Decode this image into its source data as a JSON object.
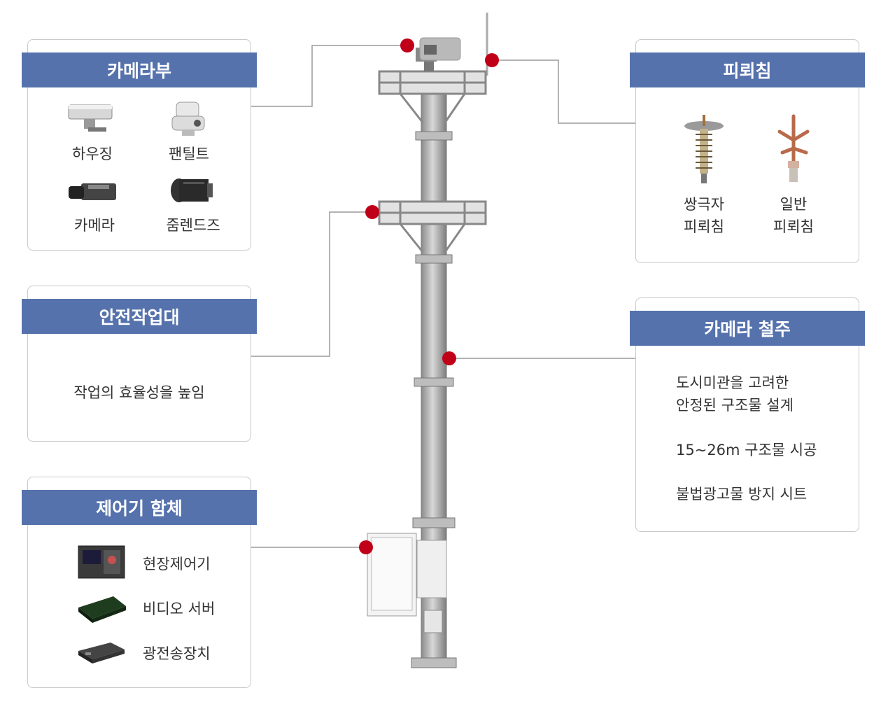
{
  "camera_section": {
    "title": "카메라부",
    "items": [
      "하우징",
      "팬틸트",
      "카메라",
      "줌렌드즈"
    ]
  },
  "safety_section": {
    "title": "안전작업대",
    "description": "작업의 효율성을 높임"
  },
  "controller_section": {
    "title": "제어기 함체",
    "items": [
      "현장제어기",
      "비디오 서버",
      "광전송장치"
    ]
  },
  "lightning_section": {
    "title": "피뢰침",
    "items": [
      {
        "line1": "쌍극자",
        "line2": "피뢰침"
      },
      {
        "line1": "일반",
        "line2": "피뢰침"
      }
    ]
  },
  "pole_section": {
    "title": "카메라 철주",
    "lines": [
      "도시미관을 고려한",
      "안정된 구조물 설계",
      "15~26m 구조물 시공",
      "불법광고물 방지 시트"
    ]
  },
  "colors": {
    "header_bg": "#5572ac",
    "marker": "#c00018",
    "pole": "#9a9a9a"
  }
}
